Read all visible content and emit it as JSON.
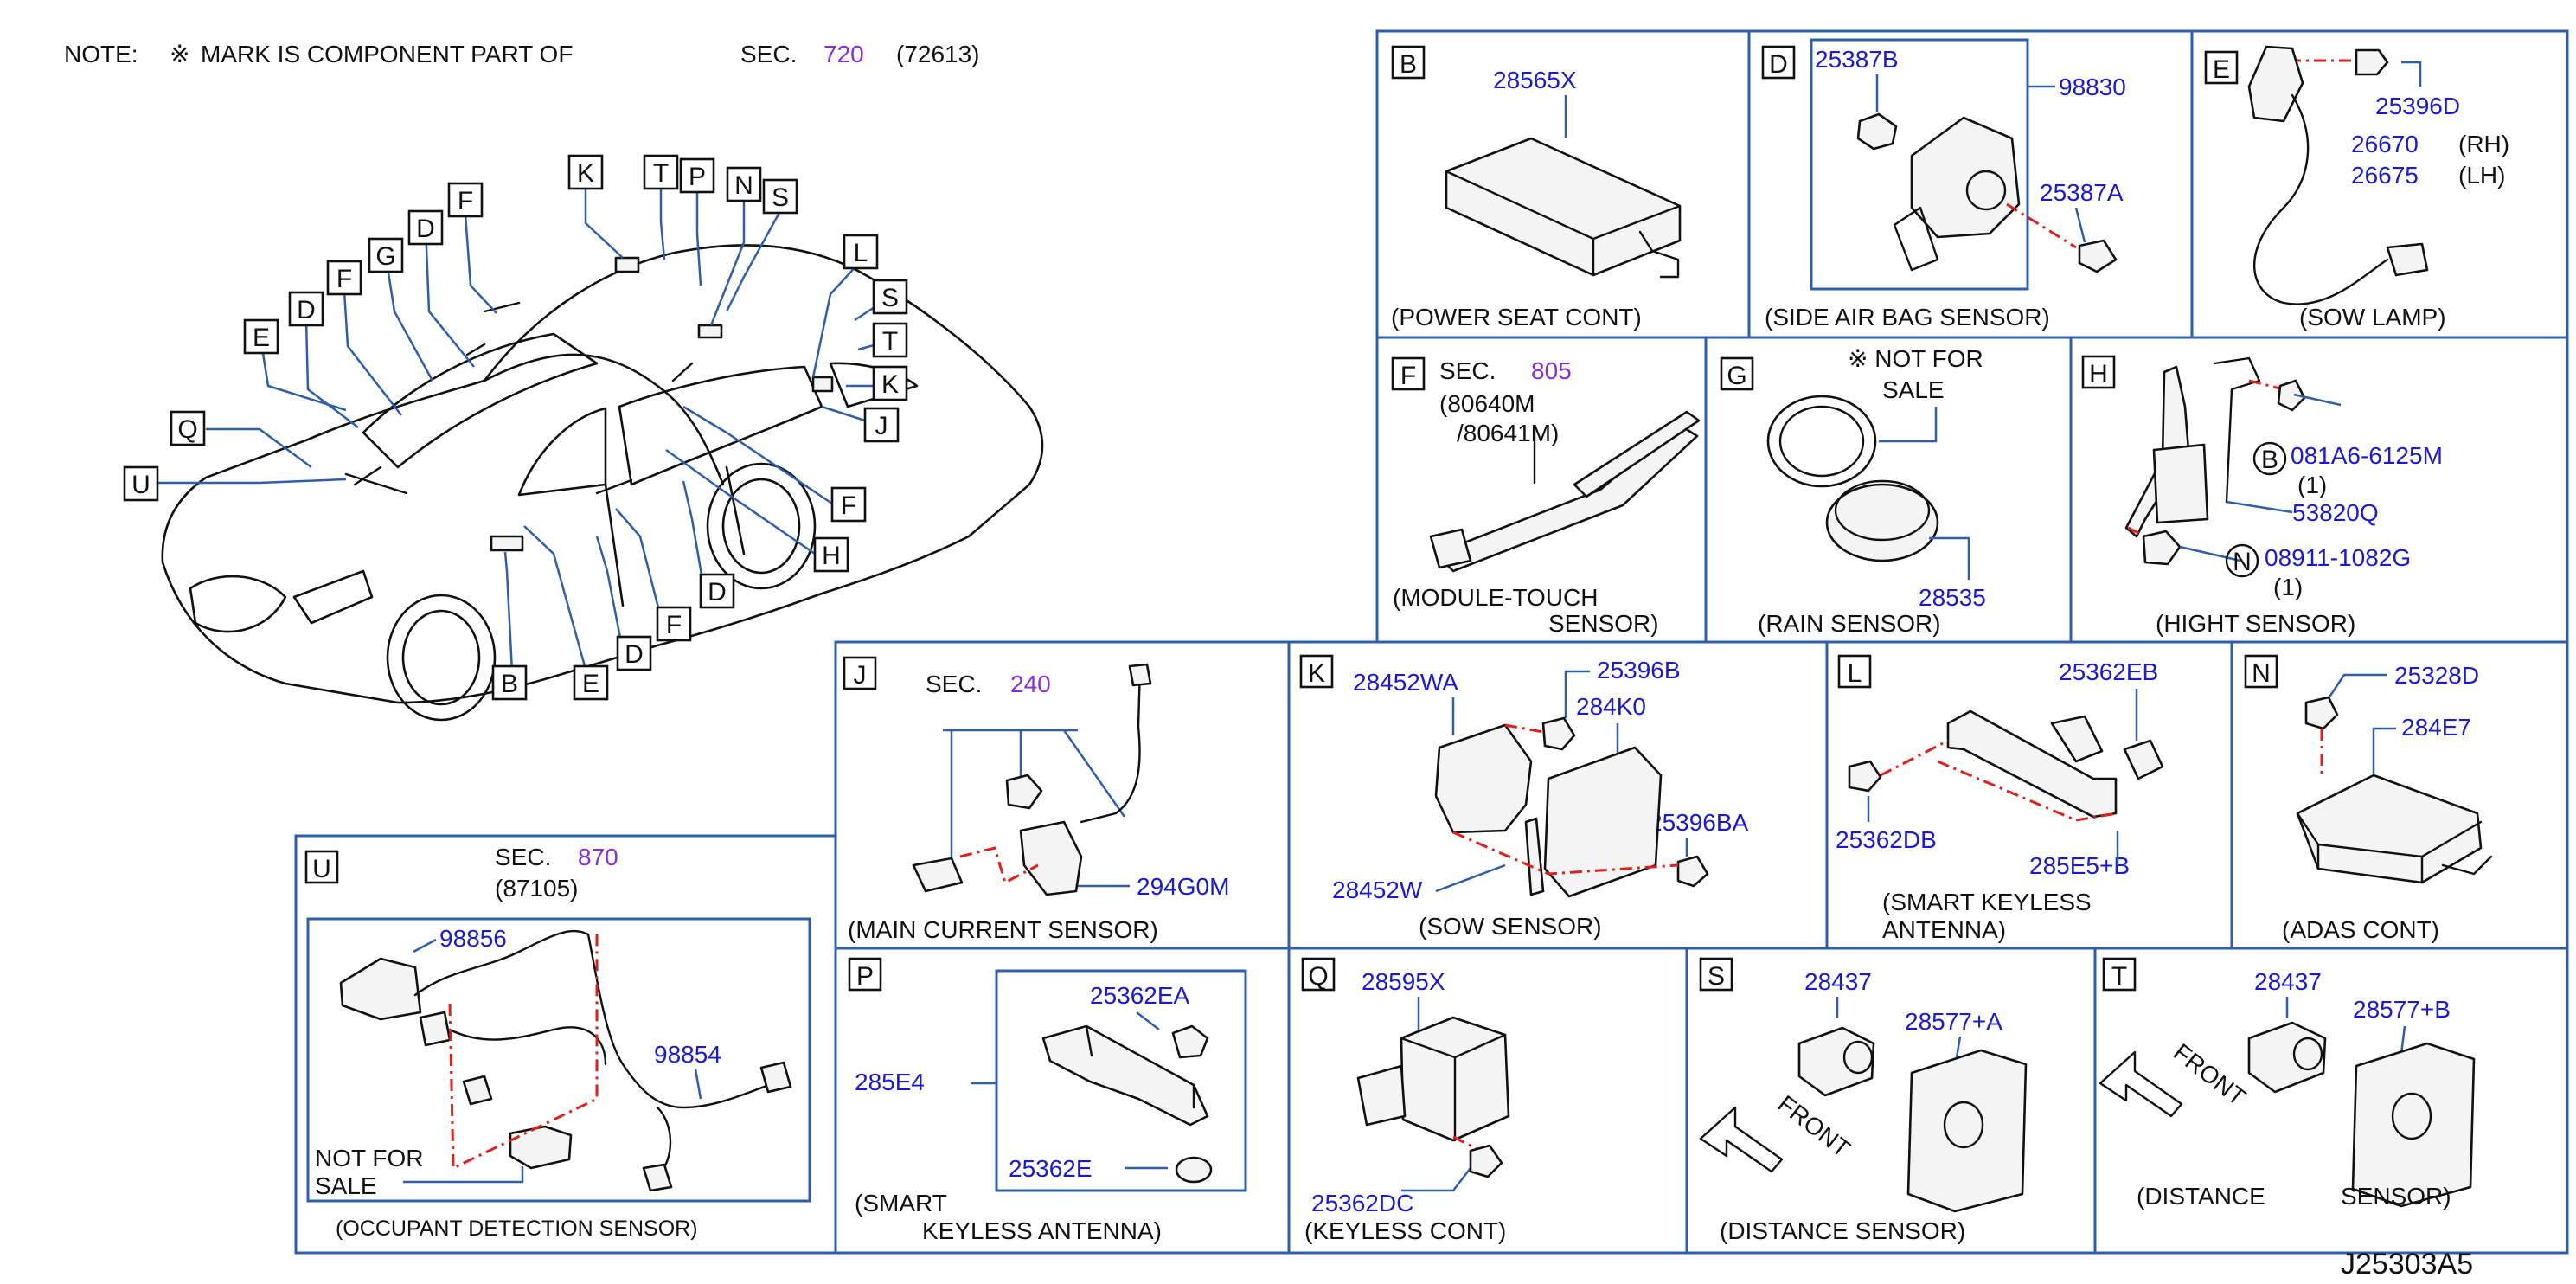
{
  "note": {
    "prefix": "NOTE:",
    "mark": "※",
    "text": "MARK  IS  COMPONENT  PART  OF",
    "sec": "SEC.",
    "sec_num": "720",
    "ref": "(72613)"
  },
  "diagram_code": "J25303A5",
  "car_callouts": [
    "K",
    "T",
    "P",
    "N",
    "S",
    "F",
    "D",
    "G",
    "F",
    "E",
    "D",
    "L",
    "S",
    "T",
    "K",
    "J",
    "Q",
    "U",
    "F",
    "H",
    "D",
    "F",
    "D",
    "E",
    "B"
  ],
  "panels": {
    "B": {
      "letter": "B",
      "parts": [
        "28565X"
      ],
      "caption": "(POWER   SEAT   CONT)"
    },
    "D": {
      "letter": "D",
      "parts": [
        "25387B",
        "98830",
        "25387A"
      ],
      "caption": "(SIDE   AIR   BAG   SENSOR)"
    },
    "E": {
      "letter": "E",
      "parts": [
        "25396D",
        "26670",
        "26675"
      ],
      "side_rh": "(RH)",
      "side_lh": "(LH)",
      "caption": "(SOW   LAMP)"
    },
    "F": {
      "letter": "F",
      "sec": "SEC.",
      "sec_num": "805",
      "ref1": "(80640M",
      "ref2": "/80641M)",
      "caption1": "(MODULE-TOUCH",
      "caption2": "SENSOR)"
    },
    "G": {
      "letter": "G",
      "note1": "※ NOT   FOR",
      "note2": "SALE",
      "parts": [
        "28535"
      ],
      "caption": "(RAIN   SENSOR)"
    },
    "H": {
      "letter": "H",
      "sym_b": "B",
      "sym_n": "N",
      "parts": [
        "081A6-6125M",
        "53820Q",
        "08911-1082G"
      ],
      "qty1": "(1)",
      "qty2": "(1)",
      "caption": "(HIGHT   SENSOR)"
    },
    "J": {
      "letter": "J",
      "sec": "SEC.",
      "sec_num": "240",
      "parts": [
        "294G0M"
      ],
      "caption": "(MAIN   CURRENT   SENSOR)"
    },
    "K": {
      "letter": "K",
      "parts": [
        "28452WA",
        "25396B",
        "284K0",
        "25396BA",
        "28452W"
      ],
      "caption": "(SOW   SENSOR)"
    },
    "L": {
      "letter": "L",
      "parts": [
        "25362EB",
        "25362DB",
        "285E5+B"
      ],
      "caption1": "(SMART   KEYLESS",
      "caption2": "ANTENNA)"
    },
    "N": {
      "letter": "N",
      "parts": [
        "25328D",
        "284E7"
      ],
      "caption": "(ADAS   CONT)"
    },
    "U": {
      "letter": "U",
      "sec": "SEC.",
      "sec_num": "870",
      "ref": "(87105)",
      "parts": [
        "98856",
        "98854"
      ],
      "nfs1": "NOT   FOR",
      "nfs2": "SALE",
      "caption": "(OCCUPANT   DETECTION   SENSOR)"
    },
    "P": {
      "letter": "P",
      "parts": [
        "25362EA",
        "285E4",
        "25362E"
      ],
      "caption1": "(SMART",
      "caption2": "KEYLESS   ANTENNA)"
    },
    "Q": {
      "letter": "Q",
      "parts": [
        "28595X",
        "25362DC"
      ],
      "caption": "(KEYLESS   CONT)"
    },
    "S": {
      "letter": "S",
      "parts": [
        "28437",
        "28577+A"
      ],
      "front": "FRONT",
      "caption": "(DISTANCE   SENSOR)"
    },
    "T": {
      "letter": "T",
      "parts": [
        "28437",
        "28577+B"
      ],
      "front": "FRONT",
      "caption1": "(DISTANCE",
      "caption2": "SENSOR)"
    }
  }
}
